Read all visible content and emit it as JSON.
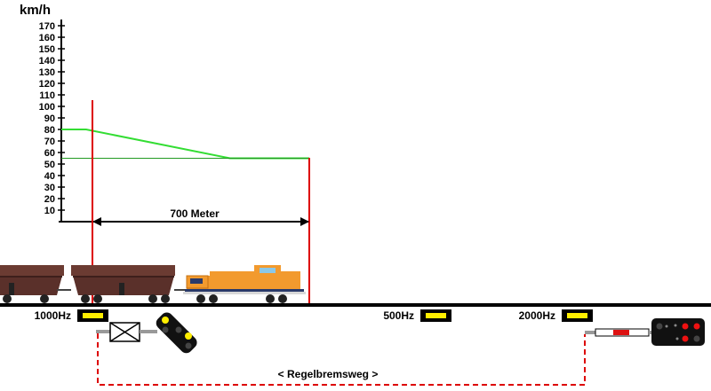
{
  "speed_axis": {
    "unit": "km/h",
    "ticks": [
      10,
      20,
      30,
      40,
      50,
      60,
      70,
      80,
      90,
      100,
      110,
      120,
      130,
      140,
      150,
      160,
      170
    ]
  },
  "distance_label": "700 Meter",
  "balises": {
    "b1000": "1000Hz",
    "b500": "500Hz",
    "b2000": "2000Hz"
  },
  "brake_distance_label": "< Regelbremsweg >",
  "chart_data": {
    "type": "line",
    "ylabel": "km/h",
    "ylim": [
      0,
      170
    ],
    "yticks": [
      10,
      20,
      30,
      40,
      50,
      60,
      70,
      80,
      90,
      100,
      110,
      120,
      130,
      140,
      150,
      160,
      170
    ],
    "series": [
      {
        "x": [
          0,
          0.1,
          0.68,
          1.0
        ],
        "values": [
          80,
          80,
          55,
          55
        ]
      },
      {
        "x": [
          0,
          1.0
        ],
        "values": [
          55,
          55
        ]
      }
    ],
    "annotations": [
      "700 Meter"
    ]
  },
  "colors": {
    "speed_curve": "#33dd33",
    "marker_line": "#dd0000",
    "brake_path": "#dd0000",
    "balise": "#ffee00",
    "locomotive": "#f29a2e",
    "wagons": "#6b3b32"
  }
}
